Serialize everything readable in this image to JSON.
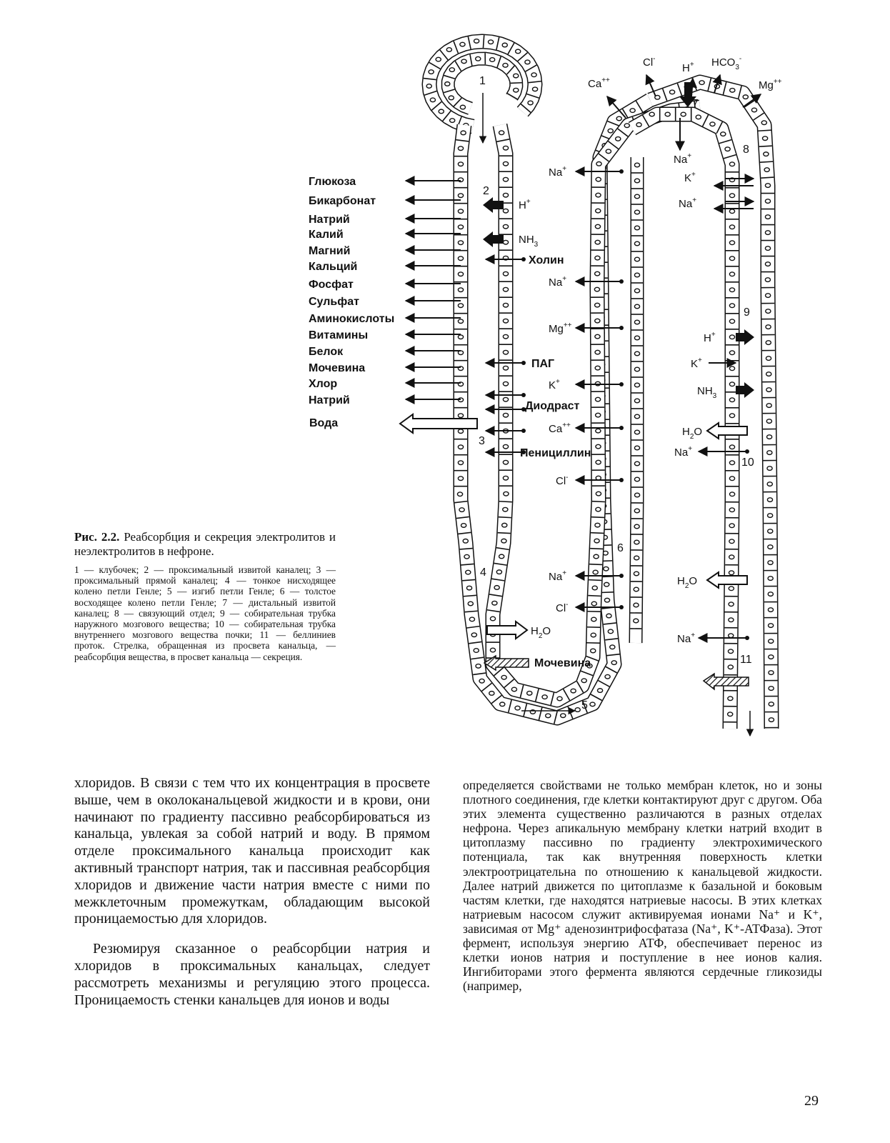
{
  "figure": {
    "left_labels": [
      "Глюкоза",
      "Бикарбонат",
      "Натрий",
      "Калий",
      "Магний",
      "Кальций",
      "Фосфат",
      "Сульфат",
      "Аминокислоты",
      "Витамины",
      "Белок",
      "Мочевина",
      "Хлор",
      "Натрий"
    ],
    "water_label": "Вода",
    "segment_numbers": [
      "1",
      "2",
      "3",
      "4",
      "5",
      "6",
      "7",
      "8",
      "9",
      "10",
      "11"
    ],
    "prox_secretion": [
      {
        "ion": "H",
        "sup": "+",
        "sub": ""
      },
      {
        "ion": "NH",
        "sup": "",
        "sub": "3"
      }
    ],
    "prox_labels": [
      "Холин",
      "ПАГ",
      "Диодраст",
      "Пенициллин"
    ],
    "asc_ions": [
      {
        "ion": "Na",
        "sup": "+"
      },
      {
        "ion": "Na",
        "sup": "+"
      },
      {
        "ion": "Mg",
        "sup": "++"
      },
      {
        "ion": "K",
        "sup": "+"
      },
      {
        "ion": "Ca",
        "sup": "++"
      },
      {
        "ion": "Cl",
        "sup": "-"
      },
      {
        "ion": "Na",
        "sup": "+"
      },
      {
        "ion": "Cl",
        "sup": "-"
      }
    ],
    "top_ions": [
      {
        "ion": "Cl",
        "sup": "-",
        "sub": ""
      },
      {
        "ion": "H",
        "sup": "+",
        "sub": ""
      },
      {
        "ion": "HCO",
        "sup": "-",
        "sub": "3"
      },
      {
        "ion": "Ca",
        "sup": "++",
        "sub": ""
      },
      {
        "ion": "Mg",
        "sup": "++",
        "sub": ""
      },
      {
        "ion": "Na",
        "sup": "+",
        "sub": ""
      }
    ],
    "connecting_ions": [
      {
        "ion": "K",
        "sup": "+"
      },
      {
        "ion": "Na",
        "sup": "+"
      }
    ],
    "collecting_ions": [
      {
        "ion": "H",
        "sup": "+",
        "sub": ""
      },
      {
        "ion": "K",
        "sup": "+",
        "sub": ""
      },
      {
        "ion": "NH",
        "sup": "",
        "sub": "3"
      },
      {
        "ion": "H",
        "sup": "",
        "sub": "2",
        "tail": "O"
      },
      {
        "ion": "Na",
        "sup": "+",
        "sub": ""
      },
      {
        "ion": "H",
        "sup": "",
        "sub": "2",
        "tail": "O"
      },
      {
        "ion": "Na",
        "sup": "+",
        "sub": ""
      }
    ],
    "loop_water": {
      "ion": "H",
      "sub": "2",
      "tail": "O"
    },
    "urea_label": "Мочевина"
  },
  "caption": {
    "fig_no": "Рис. 2.2.",
    "title": " Реабсорбция и секреция электролитов и неэлектролитов в нефроне.",
    "text": "1 — клубочек; 2 — проксимальный извитой каналец; 3 — проксимальный прямой каналец; 4 — тонкое нисходящее колено петли Генле; 5 — изгиб петли Генле; 6 — толстое восходящее колено петли Генле; 7 — дистальный извитой каналец; 8 — связующий отдел; 9 — собирательная трубка наружного мозгового вещества; 10 — собирательная трубка внутреннего мозгового вещества почки; 11 — беллиниев проток. Стрелка, обращенная из просвета канальца, — реабсорбция вещества, в просвет канальца — секреция."
  },
  "body": {
    "left_p1": "хлоридов. В связи с тем что их концентрация в просвете выше, чем в околоканальцевой жидкости и в крови, они начинают по градиенту пассивно реабсорбироваться из канальца, увлекая за собой натрий и воду. В прямом отделе проксимального канальца происходит как активный транспорт натрия, так и пассивная реабсорбция хлоридов и движение части натрия вместе с ними по межклеточным промежуткам, обладающим высокой проницаемостью для хлоридов.",
    "left_p2": "Резюмируя сказанное о реабсорбции натрия и хлоридов в проксимальных канальцах, следует рассмотреть механизмы и регуляцию этого процесса. Проницаемость стенки канальцев для ионов и воды",
    "right_p1": "определяется свойствами не только мембран клеток, но и зоны плотного соединения, где клетки контактируют друг с другом. Оба этих элемента существенно различаются в разных отделах нефрона. Через апикальную мембрану клетки натрий входит в цитоплазму пассивно по градиенту электрохимического потенциала, так как внутренняя поверхность клетки электроотрицательна по отношению к канальцевой жидкости. Далее натрий движется по цитоплазме к базальной и боковым частям клетки, где находятся натриевые насосы. В этих клетках натриевым насосом служит активируемая ионами Na⁺ и K⁺, зависимая от Mg⁺ аденозинтрифосфатаза (Na⁺, K⁺-АТФаза). Этот фермент, используя энергию АТФ, обеспечивает перенос из клетки ионов натрия и поступление в нее ионов калия. Ингибиторами этого фермента являются сердечные гликозиды (например,"
  },
  "page_number": "29"
}
